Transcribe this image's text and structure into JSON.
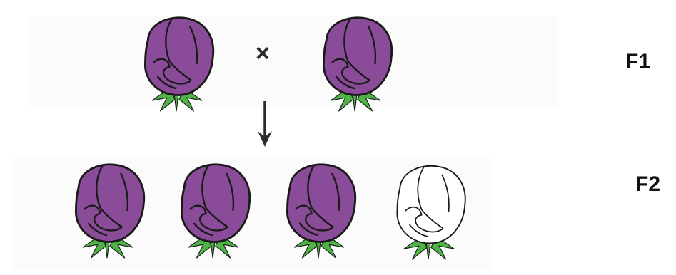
{
  "cross_symbol": "×",
  "generations": [
    {
      "label": "F1"
    },
    {
      "label": "F2"
    }
  ],
  "parents": [
    {
      "petal_color": "#8a4c99"
    },
    {
      "petal_color": "#8a4c99"
    }
  ],
  "offspring": [
    {
      "petal_color": "#8a4c99"
    },
    {
      "petal_color": "#8a4c99"
    },
    {
      "petal_color": "#8a4c99"
    },
    {
      "petal_color": "#ffffff"
    }
  ],
  "colors": {
    "purple_petal": "#8a4c99",
    "white_petal": "#ffffff",
    "leaf": "#4fb446",
    "outline": "#1a1a1a"
  },
  "icons": {
    "cross": "multiplication-sign",
    "arrow": "down-arrow",
    "flower": "flower-bud-icon"
  }
}
